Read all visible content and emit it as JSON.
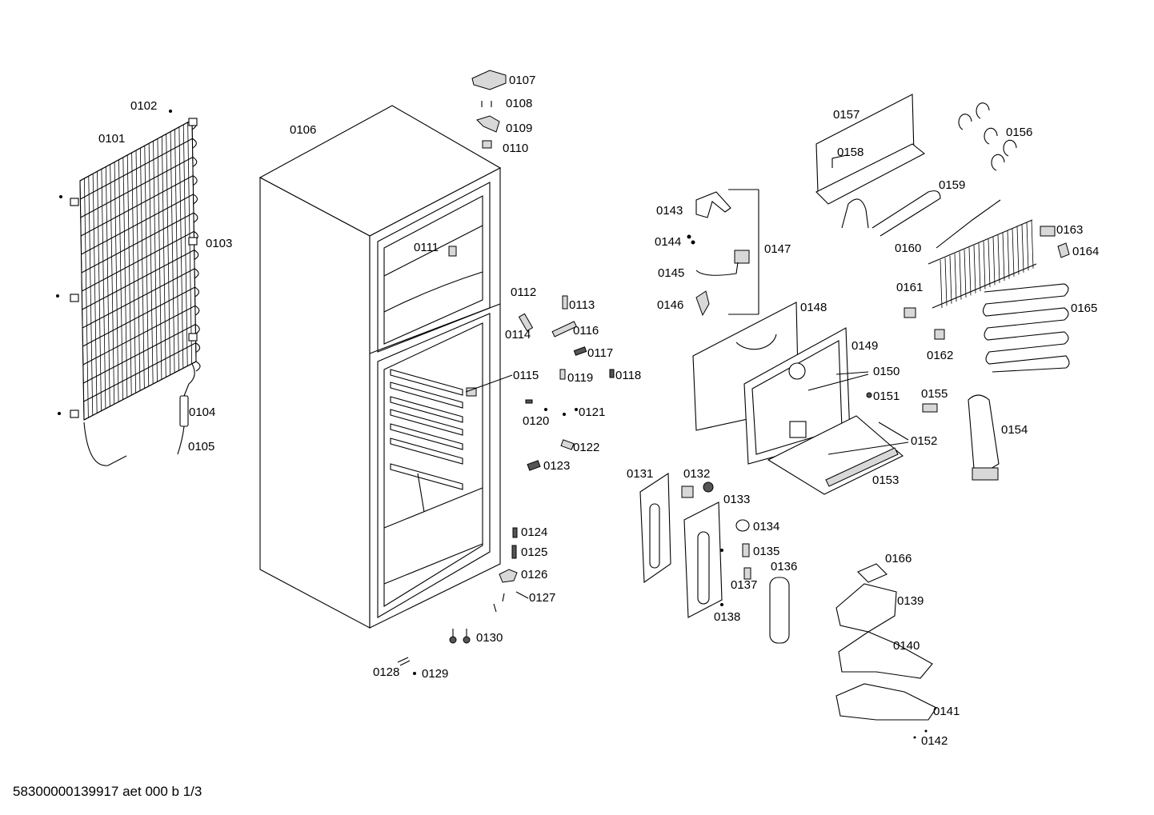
{
  "document": {
    "id_label": "58300000139917 aet 000 b 1/3"
  },
  "parts": [
    "0101",
    "0102",
    "0103",
    "0104",
    "0105",
    "0106",
    "0107",
    "0108",
    "0109",
    "0110",
    "0111",
    "0112",
    "0113",
    "0114",
    "0115",
    "0116",
    "0117",
    "0118",
    "0119",
    "0120",
    "0121",
    "0122",
    "0123",
    "0124",
    "0125",
    "0126",
    "0127",
    "0128",
    "0129",
    "0130",
    "0131",
    "0132",
    "0133",
    "0134",
    "0135",
    "0136",
    "0137",
    "0138",
    "0139",
    "0140",
    "0141",
    "0142",
    "0143",
    "0144",
    "0145",
    "0146",
    "0147",
    "0148",
    "0149",
    "0150",
    "0151",
    "0152",
    "0153",
    "0154",
    "0155",
    "0156",
    "0157",
    "0158",
    "0159",
    "0160",
    "0161",
    "0162",
    "0163",
    "0164",
    "0165",
    "0166"
  ]
}
